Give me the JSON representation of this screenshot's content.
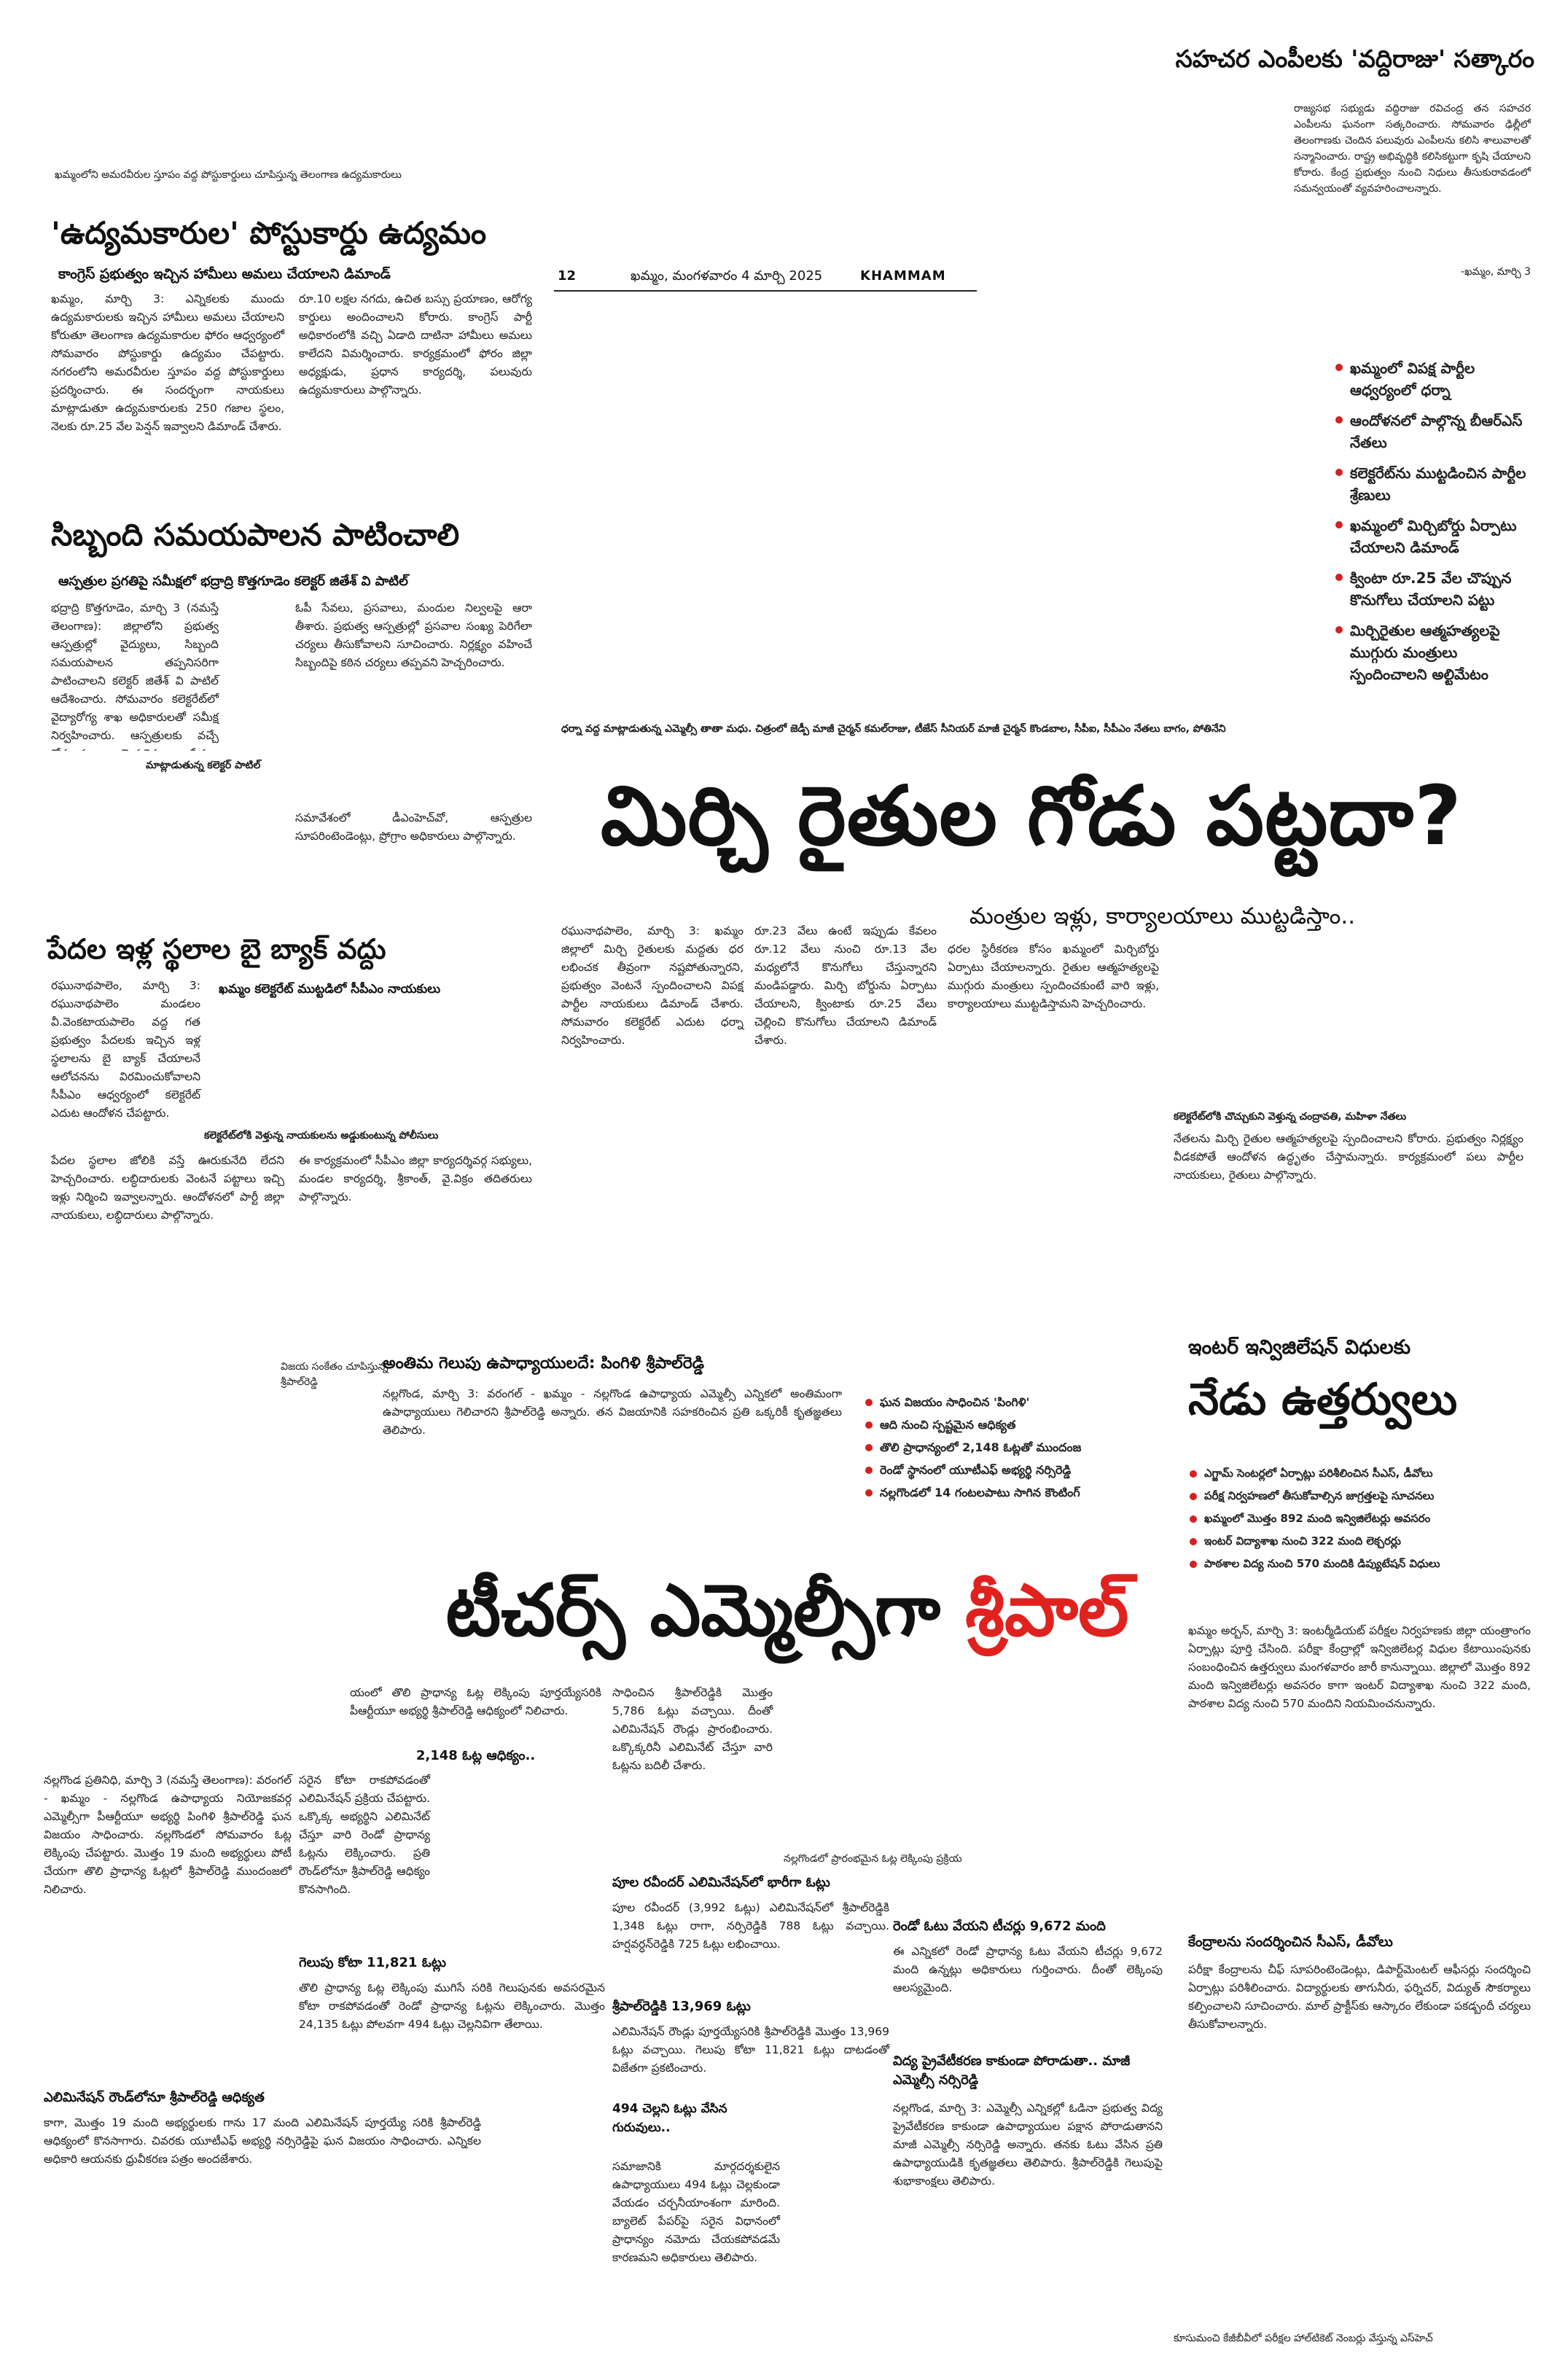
{
  "masthead": {
    "page_number": "12",
    "dateline": "ఖమ్మం, మంగళవారం 4 మార్చి 2025",
    "edition": "KHAMMAM"
  },
  "vaddiraju": {
    "headline": "సహచర ఎంపీలకు 'వద్దిరాజు' సత్కారం",
    "body": "రాజ్యసభ సభ్యుడు వద్దిరాజు రవిచంద్ర తన సహచర ఎంపీలను ఘనంగా సత్కరించారు. సోమవారం ఢిల్లీలో తెలంగాణకు చెందిన పలువురు ఎంపీలను కలిసి శాలువాలతో సన్మానించారు. రాష్ట్ర అభివృద్ధికి కలిసికట్టుగా కృషి చేయాలని కోరారు. కేంద్ర ప్రభుత్వం నుంచి నిధులు తీసుకురావడంలో సమన్వయంతో వ్యవహరించాలన్నారు.",
    "credit": "-ఖమ్మం, మార్చి 3"
  },
  "udyamam": {
    "photo_caption": "ఖమ్మంలోని అమరవీరుల స్తూపం వద్ద పోస్టుకార్డులు చూపిస్తున్న తెలంగాణ ఉద్యమకారులు",
    "headline": "'ఉద్యమకారుల' పోస్టుకార్డు ఉద్యమం",
    "subhead": "కాంగ్రెస్ ప్రభుత్వం ఇచ్చిన హామీలు అమలు చేయాలని డిమాండ్",
    "body1": "ఖమ్మం, మార్చి 3: ఎన్నికలకు ముందు ఉద్యమకారులకు ఇచ్చిన హామీలు అమలు చేయాలని కోరుతూ తెలంగాణ ఉద్యమకారుల ఫోరం ఆధ్వర్యంలో సోమవారం పోస్టుకార్డు ఉద్యమం చేపట్టారు. నగరంలోని అమరవీరుల స్తూపం వద్ద పోస్టుకార్డులు ప్రదర్శించారు. ఈ సందర్భంగా నాయకులు మాట్లాడుతూ ఉద్యమకారులకు 250 గజాల స్థలం, నెలకు రూ.25 వేల పెన్షన్ ఇవ్వాలని డిమాండ్ చేశారు.",
    "body2": "రూ.10 లక్షల నగదు, ఉచిత బస్సు ప్రయాణం, ఆరోగ్య కార్డులు అందించాలని కోరారు. కాంగ్రెస్ పార్టీ అధికారంలోకి వచ్చి ఏడాది దాటినా హామీలు అమలు కాలేదని విమర్శించారు. కార్యక్రమంలో ఫోరం జిల్లా అధ్యక్షుడు, ప్రధాన కార్యదర్శి, పలువురు ఉద్యమకారులు పాల్గొన్నారు."
  },
  "sibbandi": {
    "headline": "సిబ్బంది సమయపాలన పాటించాలి",
    "subhead": "ఆస్పత్రుల ప్రగతిపై సమీక్షలో భద్రాద్రి కొత్తగూడెం కలెక్టర్ జితేశ్ వి పాటిల్",
    "body1": "భద్రాద్రి కొత్తగూడెం, మార్చి 3 (నమస్తే తెలంగాణ): జిల్లాలోని ప్రభుత్వ ఆస్పత్రుల్లో వైద్యులు, సిబ్బంది సమయపాలన తప్పనిసరిగా పాటించాలని కలెక్టర్ జితేశ్ వి పాటిల్ ఆదేశించారు. సోమవారం కలెక్టరేట్‌లో వైద్యారోగ్య శాఖ అధికారులతో సమీక్ష నిర్వహించారు. ఆస్పత్రులకు వచ్చే రోగులకు మెరుగైన సేవలు అందించాలన్నారు.",
    "side_caption": "మాట్లాడుతున్న కలెక్టర్ పాటిల్",
    "body2": "ఓపీ సేవలు, ప్రసవాలు, మందుల నిల్వలపై ఆరా తీశారు. ప్రభుత్వ ఆస్పత్రుల్లో ప్రసవాల సంఖ్య పెరిగేలా చర్యలు తీసుకోవాలని సూచించారు. నిర్లక్ష్యం వహించే సిబ్బందిపై కఠిన చర్యలు తప్పవని హెచ్చరించారు.",
    "body3": "సమావేశంలో డీఎంహెచ్‌వో, ఆస్పత్రుల సూపరింటెండెంట్లు, ప్రోగ్రాం అధికారులు పాల్గొన్నారు."
  },
  "pedala": {
    "headline": "పేదల ఇళ్ల స్థలాల బై బ్యాక్ వద్దు",
    "subhead": "ఖమ్మం కలెక్టరేట్ ముట్టడిలో సీపీఎం నాయకులు",
    "body1": "రఘునాథపాలెం, మార్చి 3: రఘునాథపాలెం మండలం వీ.వెంకటాయపాలెం వద్ద గత ప్రభుత్వం పేదలకు ఇచ్చిన ఇళ్ల స్థలాలను బై బ్యాక్ చేయాలనే ఆలోచనను విరమించుకోవాలని సీపీఎం ఆధ్వర్యంలో కలెక్టరేట్ ఎదుట ఆందోళన చేపట్టారు.",
    "photo_caption": "కలెక్టరేట్‌లోకి వెళ్తున్న నాయకులను అడ్డుకుంటున్న పోలీసులు",
    "body2": "పేదల స్థలాల జోలికి వస్తే ఊరుకునేది లేదని హెచ్చరించారు. లబ్ధిదారులకు వెంటనే పట్టాలు ఇచ్చి ఇళ్లు నిర్మించి ఇవ్వాలన్నారు. ఆందోళనలో పార్టీ జిల్లా నాయకులు, లబ్ధిదారులు పాల్గొన్నారు.",
    "body3": "ఈ కార్యక్రమంలో సీపీఎం జిల్లా కార్యదర్శివర్గ సభ్యులు, మండల కార్యదర్శి, శ్రీకాంత్, వై.విక్రం తదితరులు పాల్గొన్నారు."
  },
  "mirchi": {
    "bullets": [
      "ఖమ్మంలో విపక్ష పార్టీల ఆధ్వర్యంలో ధర్నా",
      "ఆందోళనలో పాల్గొన్న బీఆర్‌ఎస్ నేతలు",
      "కలెక్టరేట్‌ను ముట్టడించిన పార్టీల శ్రేణులు",
      "ఖమ్మంలో మిర్చిబోర్డు ఏర్పాటు చేయాలని డిమాండ్",
      "క్వింటా రూ.25 వేల చొప్పున కొనుగోలు చేయాలని పట్టు",
      "మిర్చిరైతుల ఆత్మహత్యలపై ముగ్గురు మంత్రులు స్పందించాలని అల్టిమేటం"
    ],
    "photo_caption": "ధర్నా వద్ద మాట్లాడుతున్న ఎమ్మెల్సీ తాతా మధు. చిత్రంలో జెడ్పీ మాజీ చైర్మన్ కమల్‌రాజు, టీజేస్ సీనియర్ మాజీ చైర్మన్ కొండబాల, సీపీఐ, సీపీఎం నేతలు బాగం, పోతినేని",
    "headline": "మిర్చి రైతుల గోడు పట్టదా?",
    "subhead": "మంత్రుల ఇళ్లు, కార్యాలయాలు ముట్టడిస్తాం..",
    "col1": "రఘునాథపాలెం, మార్చి 3: ఖమ్మం జిల్లాలో మిర్చి రైతులకు మద్దతు ధర లభించక తీవ్రంగా నష్టపోతున్నారని, ప్రభుత్వం వెంటనే స్పందించాలని విపక్ష పార్టీల నాయకులు డిమాండ్ చేశారు. సోమవారం కలెక్టరేట్ ఎదుట ధర్నా నిర్వహించారు.",
    "col2": "రూ.23 వేలు ఉంటే ఇప్పుడు కేవలం రూ.12 వేలు నుంచి రూ.13 వేల మధ్యలోనే కొనుగోలు చేస్తున్నారని మండిపడ్డారు. మిర్చి బోర్డును ఏర్పాటు చేయాలని, క్వింటాకు రూ.25 వేలు చెల్లించి కొనుగోలు చేయాలని డిమాండ్ చేశారు.",
    "col3": "ధరల స్థిరీకరణ కోసం ఖమ్మంలో మిర్చిబోర్డు ఏర్పాటు చేయాలన్నారు. రైతుల ఆత్మహత్యలపై ముగ్గురు మంత్రులు స్పందించకుంటే వారి ఇళ్లు, కార్యాలయాలు ముట్టడిస్తామని హెచ్చరించారు.",
    "side_caption": "కలెక్టరేట్‌లోకి చొచ్చుకుని వెళ్తున్న చంద్రావతి, మహిళా నేతలు",
    "col4": "నేతలను మిర్చి రైతుల ఆత్మహత్యలపై స్పందించాలని కోరారు. ప్రభుత్వం నిర్లక్ష్యం వీడకపోతే ఆందోళన ఉద్ధృతం చేస్తామన్నారు. కార్యక్రమంలో పలు పార్టీల నాయకులు, రైతులు పాల్గొన్నారు."
  },
  "sripal": {
    "photo_caption": "విజయ సంకేతం చూపిస్తున్న శ్రీపాల్‌రెడ్డి",
    "quote": "అంతిమ గెలుపు ఉపాధ్యాయులదే: పింగిళి శ్రీపాల్‌రెడ్డి",
    "quote_body": "నల్లగొండ, మార్చి 3: వరంగల్ - ఖమ్మం - నల్లగొండ ఉపాధ్యాయ ఎమ్మెల్సీ ఎన్నికలో అంతిమంగా ఉపాధ్యాయులు గెలిచారని శ్రీపాల్‌రెడ్డి అన్నారు. తన విజయానికి సహకరించిన ప్రతి ఒక్కరికీ కృతజ్ఞతలు తెలిపారు.",
    "bullets": [
      "ఘన విజయం సాధించిన 'పింగిళి'",
      "ఆది నుంచి స్పష్టమైన ఆధిక్యత",
      "తొలి ప్రాధాన్యంలో 2,148 ఓట్లతో ముందంజ",
      "రెండో స్థానంలో యూటీఎఫ్ అభ్యర్థి నర్సిరెడ్డి",
      "నల్లగొండలో 14 గంటలపాటు సాగిన కౌంటింగ్"
    ],
    "headline_black": "టీచర్స్ ఎమ్మెల్సీగా ",
    "headline_red": "శ్రీపాల్",
    "intro": "యంలో తొలి ప్రాధాన్య ఓట్ల లెక్కింపు పూర్తయ్యేసరికి పీఆర్టీయూ అభ్యర్థి శ్రీపాల్‌రెడ్డి ఆధిక్యంలో నిలిచారు.",
    "lead": "2,148 ఓట్ల ఆధిక్యం..",
    "body1": "నల్లగొండ ప్రతినిధి, మార్చి 3 (నమస్తే తెలంగాణ): వరంగల్ - ఖమ్మం - నల్లగొండ ఉపాధ్యాయ నియోజకవర్గ ఎమ్మెల్సీగా పీఆర్టీయూ అభ్యర్థి పింగిళి శ్రీపాల్‌రెడ్డి ఘన విజయం సాధించారు. నల్లగొండలో సోమవారం ఓట్ల లెక్కింపు చేపట్టారు. మొత్తం 19 మంది అభ్యర్థులు పోటీ చేయగా తొలి ప్రాధాన్య ఓట్లలో శ్రీపాల్‌రెడ్డి ముందంజలో నిలిచారు.",
    "body2": "సరైన కోటా రాకపోవడంతో ఎలిమినేషన్ ప్రక్రియ చేపట్టారు. ఒక్కొక్క అభ్యర్థిని ఎలిమినేట్ చేస్తూ వారి రెండో ప్రాధాన్య ఓట్లను లెక్కించారు. ప్రతి రౌండ్‌లోనూ శ్రీపాల్‌రెడ్డి ఆధిక్యం కొనసాగింది.",
    "sub2": "గెలుపు కోటా 11,821 ఓట్లు",
    "body3": "తొలి ప్రాధాన్య ఓట్ల లెక్కింపు ముగిసే సరికి గెలుపునకు అవసరమైన కోటా రాకపోవడంతో రెండో ప్రాధాన్య ఓట్లను లెక్కించారు. మొత్తం 24,135 ఓట్లు పోలవగా 494 ఓట్లు చెల్లనివిగా తేలాయి.",
    "body4": "సాధించిన శ్రీపాల్‌రెడ్డికి మొత్తం 5,786 ఓట్లు వచ్చాయి. దీంతో ఎలిమినేషన్ రౌండ్లు ప్రారంభించారు. ఒక్కొక్కరినీ ఎలిమినేట్ చేస్తూ వారి ఓట్లను బదిలీ చేశారు.",
    "sub3": "ఎలిమినేషన్ రౌండ్‌లోనూ శ్రీపాల్‌రెడ్డి ఆధిక్యత",
    "body5": "కాగా, మొత్తం 19 మంది అభ్యర్థులకు గాను 17 మంది ఎలిమినేషన్ పూర్తయ్యే సరికి శ్రీపాల్‌రెడ్డి ఆధిక్యంలో కొనసాగారు. చివరకు యూటీఎఫ్ అభ్యర్థి నర్సిరెడ్డిపై ఘన విజయం సాధించారు. ఎన్నికల అధికారి ఆయనకు ధ్రువీకరణ పత్రం అందజేశారు.",
    "sub4": "494 చెల్లని ఓట్లు వేసిన గురువులు..",
    "body6": "సమాజానికి మార్గదర్శకులైన ఉపాధ్యాయులు 494 ఓట్లు చెల్లకుండా వేయడం చర్చనీయాంశంగా మారింది. బ్యాలెట్ పేపర్‌పై సరైన విధానంలో ప్రాధాన్యం నమోదు చేయకపోవడమే కారణమని అధికారులు తెలిపారు.",
    "photo2_caption": "నల్లగొండలో ప్రారంభమైన ఓట్ల లెక్కింపు ప్రక్రియ",
    "sub5": "పూల రవీందర్ ఎలిమినేషన్‌లో భారీగా ఓట్లు",
    "body7": "పూల రవీందర్ (3,992 ఓట్లు) ఎలిమినేషన్‌లో శ్రీపాల్‌రెడ్డికి 1,348 ఓట్లు రాగా, నర్సిరెడ్డికి 788 ఓట్లు వచ్చాయి. హర్షవర్ధన్‌రెడ్డికి 725 ఓట్లు లభించాయి.",
    "sub6": "శ్రీపాల్‌రెడ్డికి 13,969 ఓట్లు",
    "body8": "ఎలిమినేషన్ రౌండ్లు పూర్తయ్యేసరికి శ్రీపాల్‌రెడ్డికి మొత్తం 13,969 ఓట్లు వచ్చాయి. గెలుపు కోటా 11,821 ఓట్లు దాటడంతో విజేతగా ప్రకటించారు.",
    "sub7": "రెండో ఓటు వేయని టీచర్లు 9,672 మంది",
    "body9": "ఈ ఎన్నికలో రెండో ప్రాధాన్య ఓటు వేయని టీచర్లు 9,672 మంది ఉన్నట్లు అధికారులు గుర్తించారు. దీంతో లెక్కింపు ఆలస్యమైంది.",
    "sub8": "విద్య ప్రైవేటీకరణ కాకుండా పోరాడుతా.. మాజీ ఎమ్మెల్సీ నర్సిరెడ్డి",
    "body10": "నల్లగొండ, మార్చి 3: ఎమ్మెల్సీ ఎన్నికల్లో ఓడినా ప్రభుత్వ విద్య ప్రైవేటీకరణ కాకుండా ఉపాధ్యాయుల పక్షాన పోరాడుతానని మాజీ ఎమ్మెల్సీ నర్సిరెడ్డి అన్నారు. తనకు ఓటు వేసిన ప్రతి ఉపాధ్యాయుడికి కృతజ్ఞతలు తెలిపారు. శ్రీపాల్‌రెడ్డికి గెలుపుపై శుభాకాంక్షలు తెలిపారు."
  },
  "inter": {
    "kicker": "ఇంటర్ ఇన్విజిలేషన్ విధులకు",
    "headline": "నేడు ఉత్తర్వులు",
    "bullets": [
      "ఎగ్జామ్ సెంటర్లలో ఏర్పాట్లు పరిశీలించిన సీఎస్, డీవోలు",
      "పరీక్ష నిర్వహణలో తీసుకోవాల్సిన జాగ్రత్తలపై సూచనలు",
      "ఖమ్మంలో మొత్తం 892 మంది ఇన్విజిలేటర్లు అవసరం",
      "ఇంటర్ విద్యాశాఖ నుంచి 322 మంది లెక్చరర్లు",
      "పాఠశాల విద్య నుంచి 570 మందికి డిప్యుటేషన్ విధులు"
    ],
    "body1": "ఖమ్మం అర్బన్, మార్చి 3: ఇంటర్మీడియట్ పరీక్షల నిర్వహణకు జిల్లా యంత్రాంగం ఏర్పాట్లు పూర్తి చేసింది. పరీక్షా కేంద్రాల్లో ఇన్విజిలేటర్ల విధుల కేటాయింపునకు సంబంధించిన ఉత్తర్వులు మంగళవారం జారీ కానున్నాయి. జిల్లాలో మొత్తం 892 మంది ఇన్విజిలేటర్లు అవసరం కాగా ఇంటర్ విద్యాశాఖ నుంచి 322 మంది, పాఠశాల విద్య నుంచి 570 మందిని నియమించనున్నారు.",
    "sub": "కేంద్రాలను సందర్శించిన సీఎస్, డీవోలు",
    "body2": "పరీక్షా కేంద్రాలను చీఫ్ సూపరింటెండెంట్లు, డిపార్ట్‌మెంటల్ ఆఫీసర్లు సందర్శించి ఏర్పాట్లు పరిశీలించారు. విద్యార్థులకు తాగునీరు, ఫర్నిచర్, విద్యుత్ సౌకర్యాలు కల్పించాలని సూచించారు. మాల్ ప్రాక్టీస్‌కు ఆస్కారం లేకుండా పకడ్బందీ చర్యలు తీసుకోవాలన్నారు.",
    "photo_caption": "కూసుమంచి కేజీబీవీలో పరీక్షల హాల్‌టికెట్ నెంబర్లు వేస్తున్న ఎస్‌హెచ్"
  }
}
